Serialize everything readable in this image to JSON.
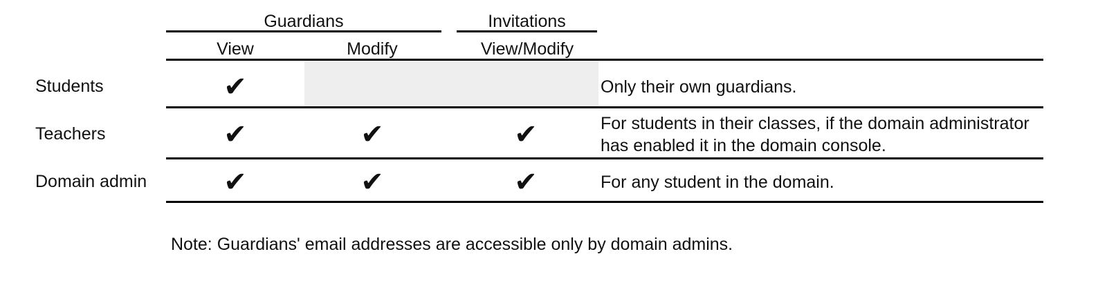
{
  "table": {
    "column_groups": [
      {
        "label": "Guardians",
        "spans": [
          "View",
          "Modify"
        ]
      },
      {
        "label": "Invitations",
        "spans": [
          "View/Modify"
        ]
      }
    ],
    "columns": [
      {
        "key": "role",
        "header": ""
      },
      {
        "key": "guardians_view",
        "header": "View",
        "group": "Guardians"
      },
      {
        "key": "guardians_modify",
        "header": "Modify",
        "group": "Guardians"
      },
      {
        "key": "invitations_view_modify",
        "header": "View/Modify",
        "group": "Invitations"
      },
      {
        "key": "notes",
        "header": ""
      }
    ],
    "check_glyph": "✔",
    "rows": [
      {
        "role": "Students",
        "guardians_view": true,
        "guardians_modify": false,
        "invitations_view_modify": false,
        "shaded": true,
        "notes": "Only their own guardians."
      },
      {
        "role": "Teachers",
        "guardians_view": true,
        "guardians_modify": true,
        "invitations_view_modify": true,
        "shaded": false,
        "notes": "For students in their classes, if the domain administrator has enabled it in the domain console."
      },
      {
        "role": "Domain admin",
        "guardians_view": true,
        "guardians_modify": true,
        "invitations_view_modify": true,
        "shaded": false,
        "notes": "For any student in the domain."
      }
    ]
  },
  "footnote": {
    "text": "Note: Guardians' email addresses are accessible only by domain admins."
  },
  "colors": {
    "text": "#111111",
    "rule": "#000000",
    "shaded_cell": "#eeeeee",
    "background": "#ffffff"
  }
}
